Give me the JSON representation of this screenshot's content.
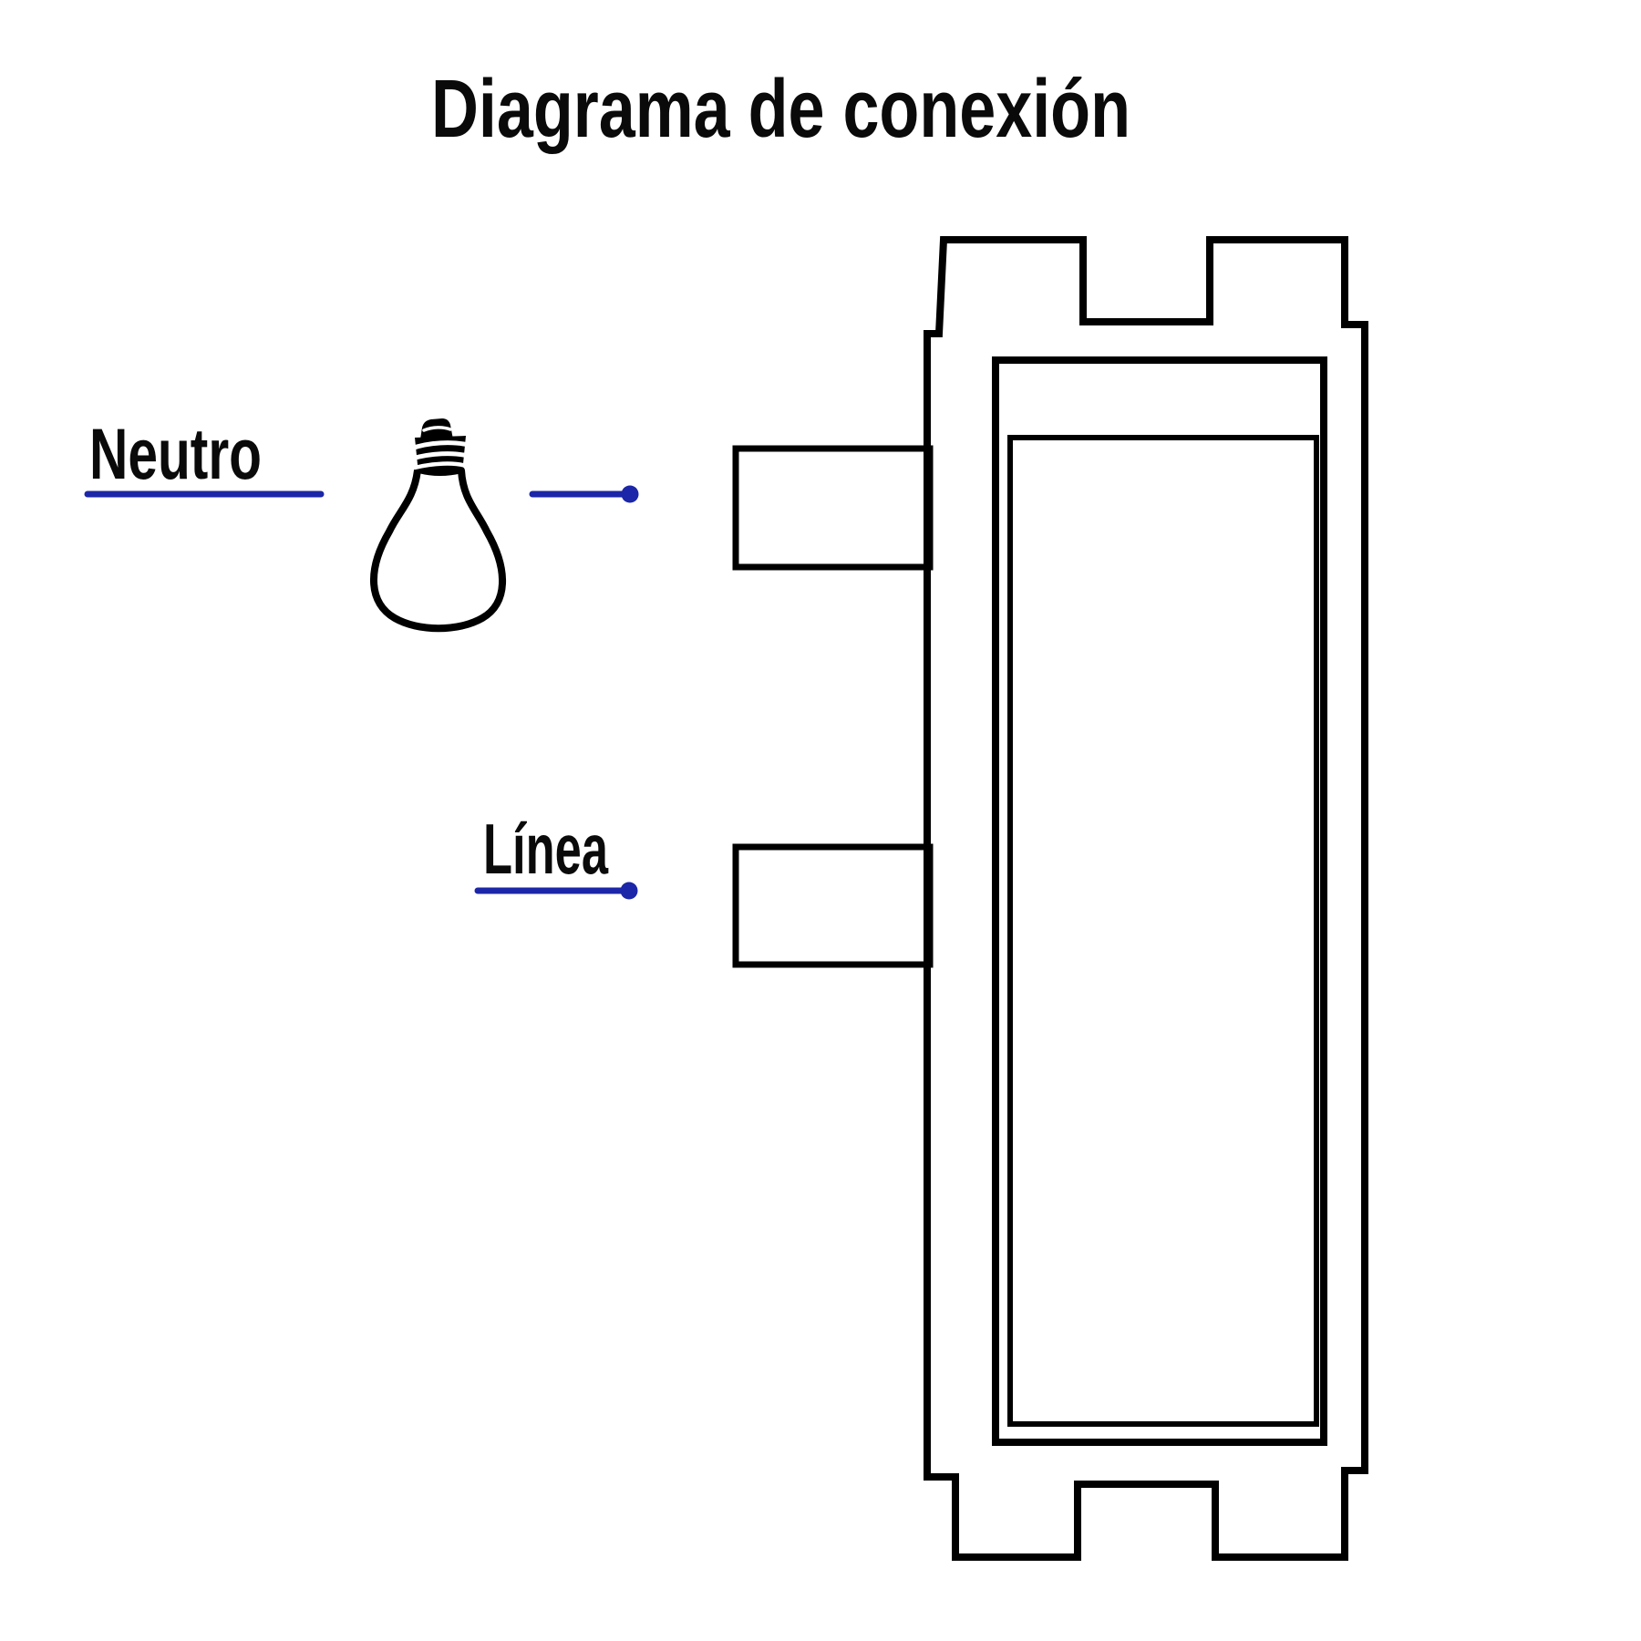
{
  "title": "Diagrama de conexión",
  "labels": {
    "neutral": "Neutro",
    "line": "Línea"
  },
  "icons": {
    "bulb": "light-bulb-icon"
  },
  "colors": {
    "wire": "#1c26a8",
    "outline": "#000000",
    "background": "#ffffff"
  }
}
